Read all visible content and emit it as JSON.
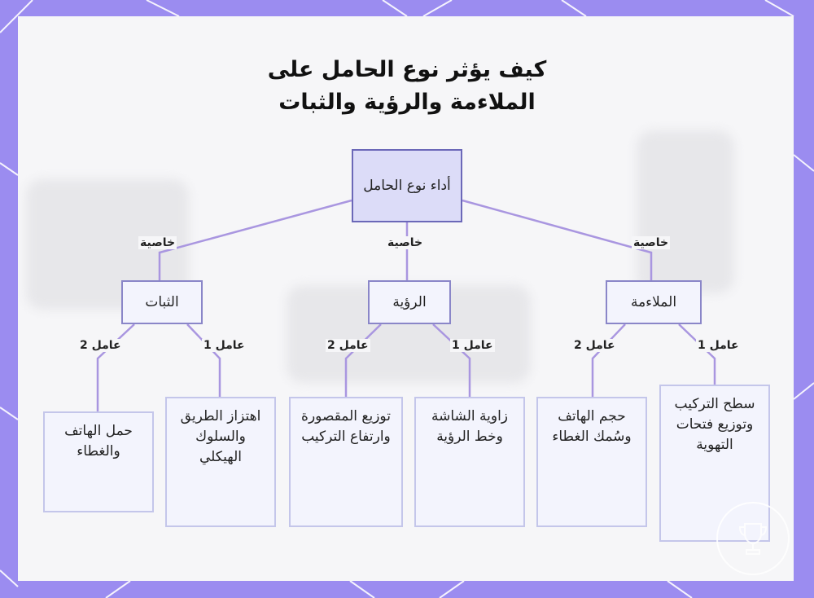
{
  "title": {
    "line1": "كيف يؤثر نوع الحامل على",
    "line2": "الملاءمة والرؤية والثبات"
  },
  "root": {
    "label": "أداء نوع الحامل"
  },
  "edge_labels": {
    "property": "خاصية",
    "factor1": "عامل 1",
    "factor2": "عامل 2"
  },
  "categories": [
    {
      "label": "الملاءمة",
      "factor1": "سطح التركيب وتوزيع فتحات التهوية",
      "factor2": "حجم الهاتف وسُمك الغطاء"
    },
    {
      "label": "الرؤية",
      "factor1": "زاوية الشاشة وخط الرؤية",
      "factor2": "توزيع المقصورة وارتفاع التركيب"
    },
    {
      "label": "الثبات",
      "factor1": "اهتزاز الطريق والسلوك الهيكلي",
      "factor2": "حمل الهاتف والغطاء"
    }
  ],
  "colors": {
    "frame": "#9b8cf0",
    "line": "#a996e0",
    "box_border": "#8a86c8",
    "root_fill": "#dcdcf8"
  }
}
